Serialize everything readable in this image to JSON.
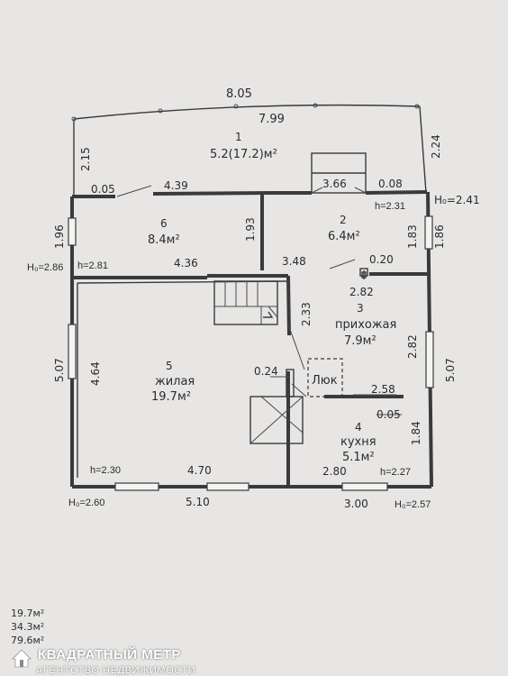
{
  "dimensions": {
    "top_outer": "8.05",
    "top_inner": "7.99",
    "left_top": "2.15",
    "right_top": "2.24",
    "h_0_05_a": "0.05",
    "h_4_39": "4.39",
    "h_3_66": "3.66",
    "h_0_08": "0.08",
    "v_1_93": "1.93",
    "v_1_83": "1.83",
    "v_1_86": "1.86",
    "v_1_96": "1.96",
    "h_4_36": "4.36",
    "h_3_48": "3.48",
    "h_0_20": "0.20",
    "h_2_82": "2.82",
    "v_2_33": "2.33",
    "v_2_82": "2.82",
    "v_5_07_left": "5.07",
    "v_4_64": "4.64",
    "v_5_07_right": "5.07",
    "h_0_24": "0.24",
    "h_2_58": "2.58",
    "h_0_05_b": "0.05",
    "v_1_84": "1.84",
    "h_4_70": "4.70",
    "h_2_80": "2.80",
    "h_5_10": "5.10",
    "h_3_00": "3.00"
  },
  "heights": {
    "h_2_31": "h=2.31",
    "H_2_41": "H₀=2.41",
    "H_2_86": "H₀=2.86",
    "h_2_81": "h=2.81",
    "h_2_30": "h=2.30",
    "h_2_27": "h=2.27",
    "H_2_60": "H₀=2.60",
    "H_2_57": "H₀=2.57"
  },
  "rooms": [
    {
      "num": "1",
      "area": "5.2(17.2)м²"
    },
    {
      "num": "6",
      "area": "8.4м²"
    },
    {
      "num": "2",
      "area": "6.4м²"
    },
    {
      "num": "3",
      "name": "прихожая",
      "area": "7.9м²"
    },
    {
      "num": "5",
      "name": "жилая",
      "area": "19.7м²"
    },
    {
      "num": "4",
      "name": "кухня",
      "area": "5.1м²"
    }
  ],
  "hatch_label": "Люк",
  "totals": [
    "19.7м²",
    "34.3м²",
    "79.6м²"
  ],
  "brand": {
    "name": "КВАДРАТНЫЙ МЕТР",
    "sub": "АГЕНТСТВО НЕДВИЖИМОСТИ"
  }
}
